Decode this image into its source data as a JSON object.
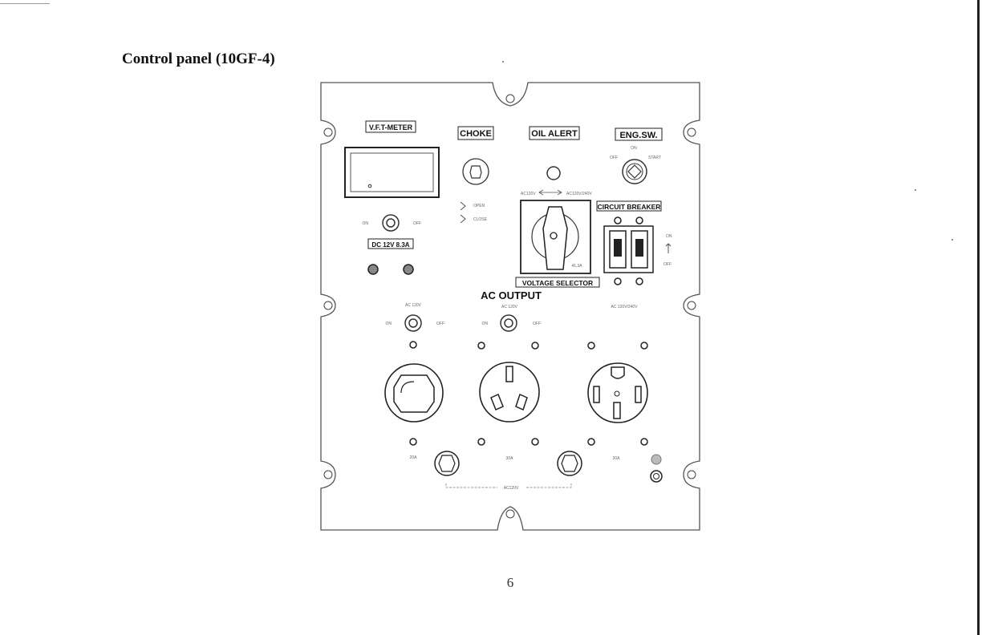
{
  "heading": "Control panel (10GF-4)",
  "page_number": "6",
  "panel": {
    "vft_meter": "V.F.T-METER",
    "choke": "CHOKE",
    "oil_alert": "OIL ALERT",
    "eng_sw": "ENG.SW.",
    "dc_rating": "DC 12V 8.3A",
    "circuit_breaker": "CIRCUIT BREAKER",
    "voltage_selector": "VOLTAGE  SELECTOR",
    "ac_output": "AC OUTPUT",
    "choke_open": "OPEN",
    "choke_close": "CLOSE",
    "eng_off": "OFF",
    "eng_on": "ON",
    "eng_start": "START",
    "on_small": "ON",
    "off_small": "OFF",
    "voltage_left": "AC120V",
    "voltage_right": "AC120V/240V",
    "ac_left_voltage": "AC 120V",
    "ac_mid_voltage": "AC 120V",
    "ac_right_voltage": "AC 120V/240V",
    "amp_left": "20A",
    "amp_mid": "30A",
    "amp_right": "30A",
    "selector_amp": "41.3A",
    "breaker_on": "ON",
    "breaker_off": "OFF",
    "bottom_ac": "AC120V"
  }
}
